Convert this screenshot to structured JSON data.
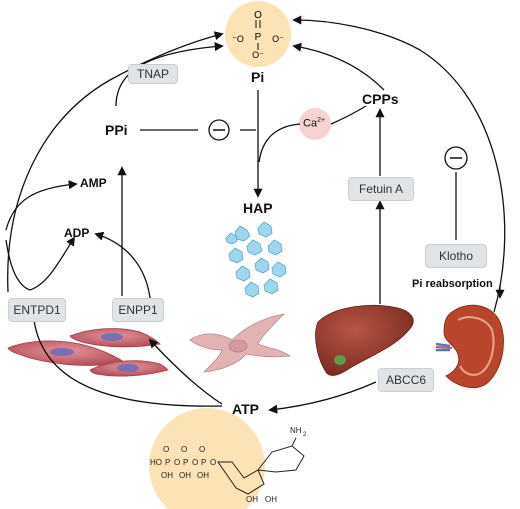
{
  "nodes": {
    "pi": "Pi",
    "ppi": "PPi",
    "hap": "HAP",
    "cpps": "CPPs",
    "amp": "AMP",
    "adp": "ADP",
    "atp": "ATP",
    "pi_reabsorption": "Pi reabsorption",
    "calcium": "Ca",
    "calcium_charge": "2+"
  },
  "enzymes": {
    "tnap": "TNAP",
    "fetuin_a": "Fetuin A",
    "klotho": "Klotho",
    "entpd1": "ENTPD1",
    "enpp1": "ENPP1",
    "abcc6": "ABCC6"
  },
  "colors": {
    "molecule_circle": "#fce3b6",
    "calcium_circle": "#f7d2d2",
    "enzyme_box": "#e1e4e7",
    "arrow": "#111111",
    "crystal": "#8fd0ea",
    "cell": "#c8646e",
    "liver": "#9a3c30",
    "kidney": "#b8452c"
  },
  "icons": [
    "inhibition-symbol",
    "phosphate-structure",
    "atp-structure",
    "hap-crystals",
    "smooth-muscle-cells",
    "fibroblast-cell",
    "liver-organ",
    "kidney-organ"
  ]
}
